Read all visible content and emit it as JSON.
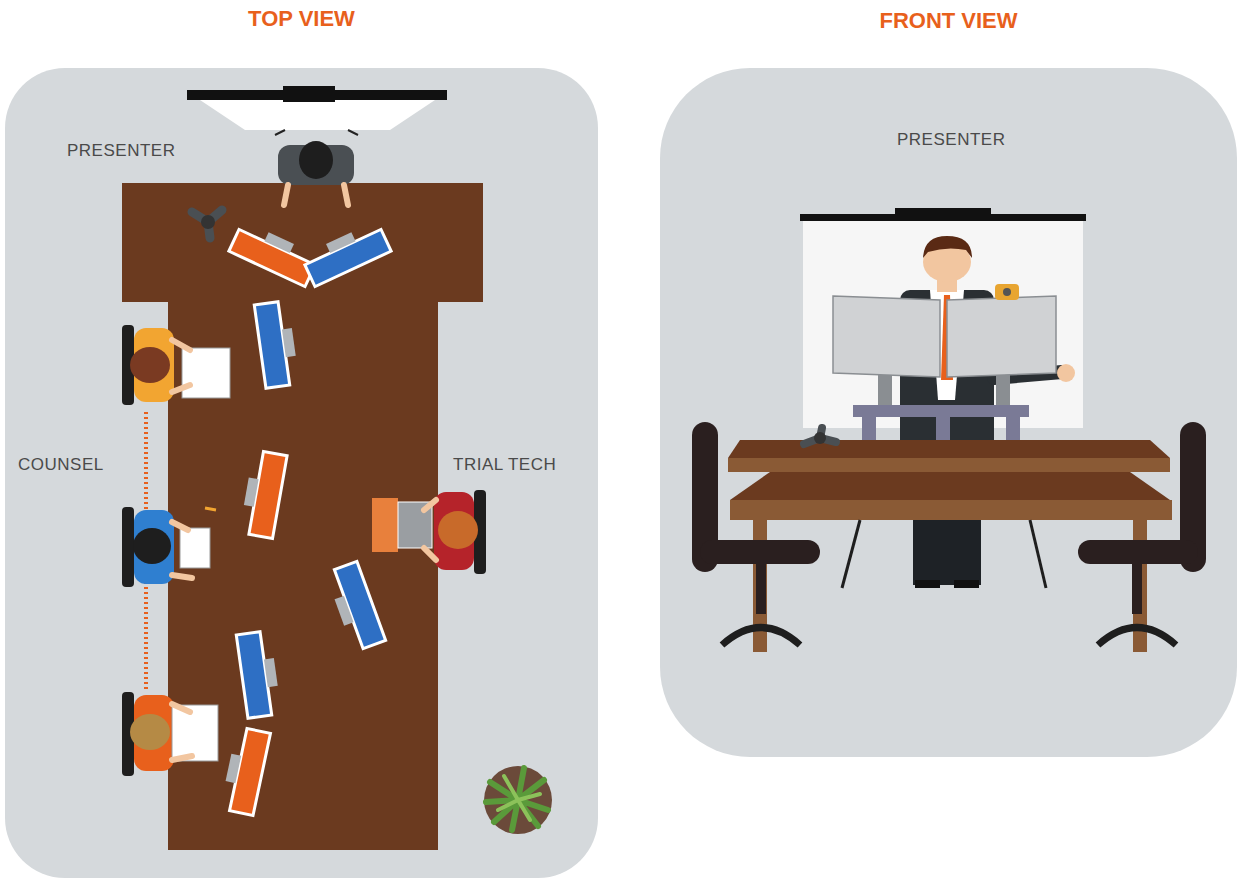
{
  "diagram": {
    "nodes": [
      {
        "text": [
          "TOP VIEW"
        ]
      },
      {
        "text": [
          "FRONT VIEW"
        ]
      }
    ],
    "labels": [
      "PRESENTER",
      "COUNSEL",
      "TRIAL TECH",
      "PRESENTER"
    ]
  }
}
